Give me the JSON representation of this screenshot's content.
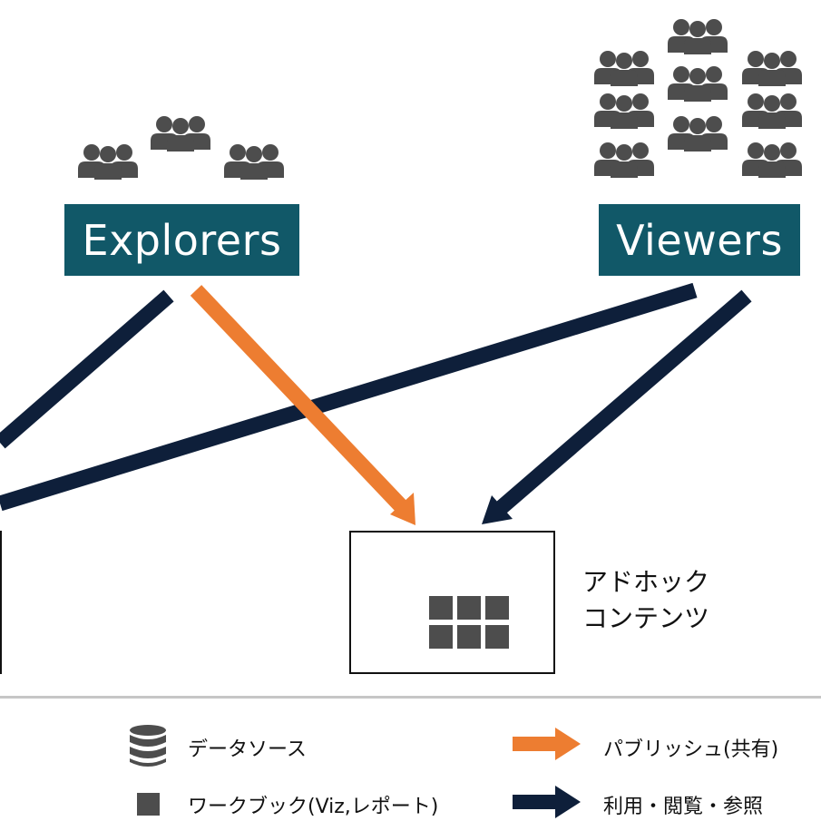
{
  "roles": {
    "explorers": {
      "label": "Explorers"
    },
    "viewers": {
      "label": "Viewers"
    }
  },
  "content": {
    "line1": "アドホック",
    "line2": "コンテンツ"
  },
  "legend": {
    "datasource_label": "データソース",
    "workbook_label": "ワークブック(Viz,レポート)",
    "publish_label": "パブリッシュ(共有)",
    "use_label": "利用・閲覧・参照"
  },
  "colors": {
    "role_box": "#115868",
    "publish_arrow": "#ED7D31",
    "use_arrow": "#0E1F3A",
    "icon_gray": "#4D4D4D"
  }
}
